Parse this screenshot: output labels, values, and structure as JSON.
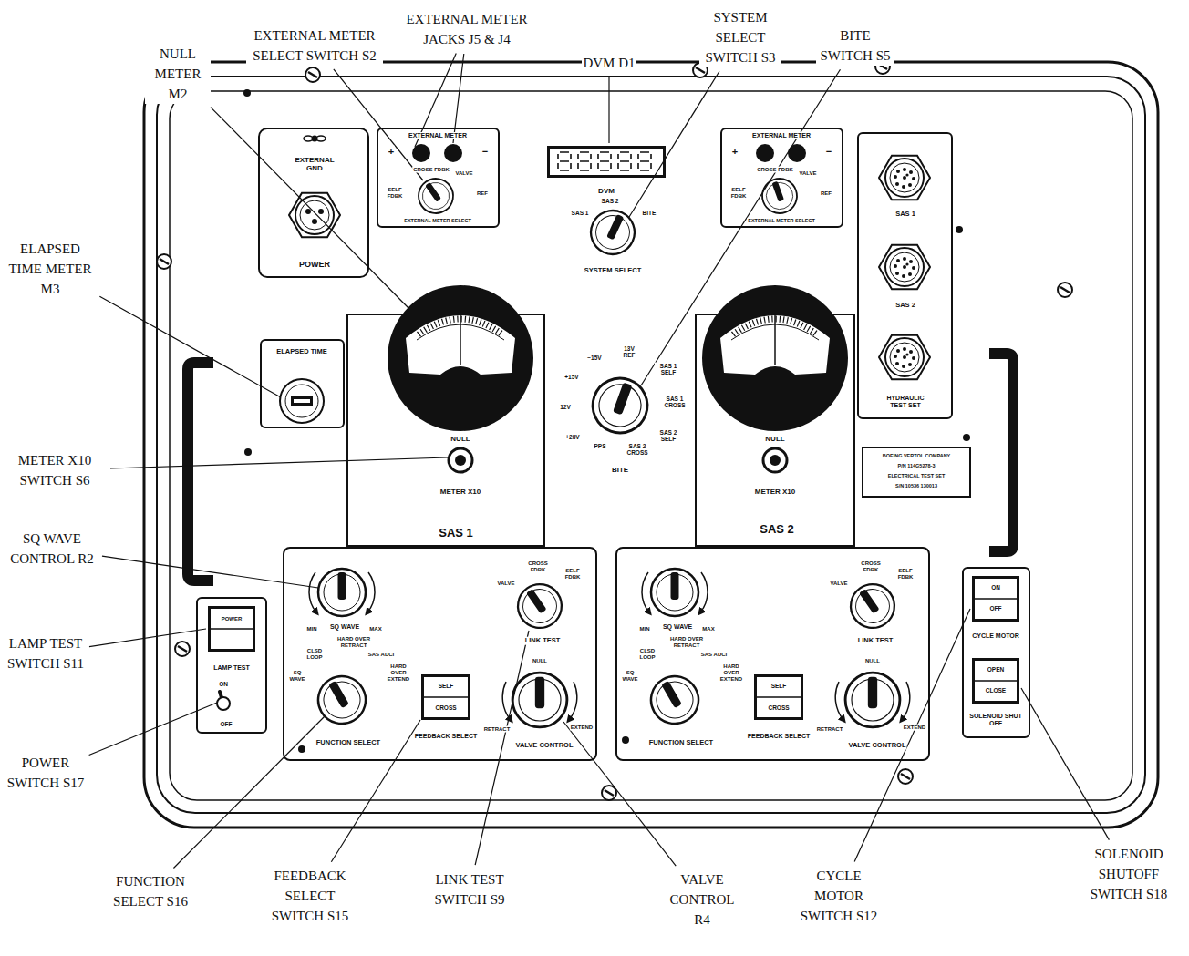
{
  "diagram": {
    "nodes": [
      {
        "text": [
          "EXTERNAL GND",
          "POWER"
        ]
      },
      {
        "text": [
          "ELAPSED TIME"
        ]
      },
      {
        "text": [
          "EXTERNAL METER",
          "+",
          "−",
          "SELF FDBK",
          "CROSS FDBK",
          "VALVE",
          "REF",
          "EXTERNAL METER SELECT"
        ]
      },
      {
        "text": [
          "DVM"
        ]
      },
      {
        "text": [
          "EXTERNAL METER",
          "+",
          "−",
          "SELF FDBK",
          "CROSS FDBK",
          "VALVE",
          "REF",
          "EXTERNAL METER SELECT"
        ]
      },
      {
        "text": [
          "SAS 1",
          "SAS 2",
          "HYDRAULIC TEST SET"
        ]
      },
      {
        "text": [
          "NULL",
          "METER X10",
          "SAS 1"
        ]
      },
      {
        "text": [
          "NULL",
          "METER X10",
          "SAS 2"
        ]
      },
      {
        "text": [
          "BOEING VERTOL COMPANY",
          "P/N 114G5278-3",
          "ELECTRICAL TEST SET",
          "S/N 10536 130013"
        ]
      },
      {
        "text": [
          "LAMP TEST",
          "ON",
          "OFF"
        ]
      },
      {
        "text": [
          "POWER"
        ],
        "in": 9
      },
      {
        "text": [
          "SQ WAVE",
          "MIN",
          "MAX",
          "SQ WAVE",
          "CLSD LOOP",
          "HARD OVER RETRACT",
          "SAS ADCI",
          "HARD OVER EXTEND",
          "FUNCTION SELECT",
          "VALVE",
          "CROSS FDBK",
          "SELF FDBK",
          "LINK TEST",
          "NULL",
          "RETRACT",
          "EXTEND",
          "VALVE CONTROL"
        ]
      },
      {
        "text": [
          "SELF",
          "CROSS",
          "FEEDBACK SELECT"
        ],
        "in": 11
      },
      {
        "text": [
          "SQ WAVE",
          "MIN",
          "MAX",
          "SQ WAVE",
          "CLSD LOOP",
          "HARD OVER RETRACT",
          "SAS ADCI",
          "HARD OVER EXTEND",
          "FUNCTION SELECT",
          "VALVE",
          "CROSS FDBK",
          "SELF FDBK",
          "LINK TEST",
          "NULL",
          "RETRACT",
          "EXTEND",
          "VALVE CONTROL"
        ]
      },
      {
        "text": [
          "SELF",
          "CROSS",
          "FEEDBACK SELECT"
        ],
        "in": 13
      },
      {
        "text": [
          "CYCLE MOTOR",
          "SOLENOID SHUT OFF"
        ]
      },
      {
        "text": [
          "ON",
          "OFF"
        ],
        "in": 15
      },
      {
        "text": [
          "OPEN",
          "CLOSE"
        ],
        "in": 15
      }
    ],
    "labels": [
      "EXTERNAL METER SELECT SWITCH S2",
      "NULL METER M2",
      "EXTERNAL METER JACKS J5 & J4",
      "DVM D1",
      "SYSTEM SELECT SWITCH S3",
      "BITE SWITCH S5",
      "ELAPSED TIME METER M3",
      "METER X10 SWITCH S6",
      "SQ WAVE CONTROL R2",
      "LAMP TEST SWITCH S11",
      "POWER SWITCH S17",
      "FUNCTION SELECT S16",
      "FEEDBACK SELECT SWITCH S15",
      "LINK TEST SWITCH S9",
      "VALVE CONTROL R4",
      "CYCLE MOTOR SWITCH S12",
      "SOLENOID SHUTOFF SWITCH S18",
      "SAS 1",
      "SAS 2",
      "BITE",
      "SYSTEM SELECT",
      "+28V",
      "12V",
      "+15V",
      "−15V",
      "13V REF",
      "SAS 1 SELF",
      "SAS 1 CROSS",
      "SAS 2 SELF",
      "SAS 2 CROSS",
      "PPS",
      "BITE"
    ]
  }
}
